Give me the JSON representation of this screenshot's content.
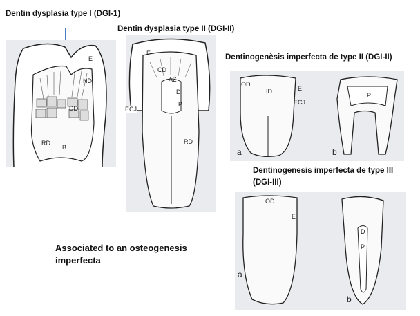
{
  "titles": {
    "dd1": "Dentin dysplasia  type I (DGI-1)",
    "dd2": "Dentin dysplasia  type II (DGI-II)",
    "dgi2": "Dentinogenèsis imperfecta de type II (DGI-II)",
    "dgi3_line1": "Dentinogenesis imperfecta de type III",
    "dgi3_line2": "(DGI-III)"
  },
  "note": {
    "line1": "Associated to an osteogenesis",
    "line2": "imperfecta"
  },
  "colors": {
    "arrow": "#4a7cc0",
    "panel": "#e9ebee"
  },
  "panel1_labels": {
    "e": "E",
    "nd": "ND",
    "dd": "DD",
    "rd": "RD",
    "b": "B"
  },
  "panel2_labels": {
    "e": "E",
    "cd": "CD",
    "az": "AZ",
    "d": "D",
    "p": "P",
    "ecj": "ECJ",
    "rd": "RD"
  },
  "panel3_labels": {
    "od": "OD",
    "id": "ID",
    "e": "E",
    "ecj": "ECJ",
    "a": "a",
    "b": "b",
    "p": "P"
  },
  "panel4_labels": {
    "od": "OD",
    "e": "E",
    "a": "a",
    "b": "b",
    "d": "D",
    "p": "P"
  }
}
